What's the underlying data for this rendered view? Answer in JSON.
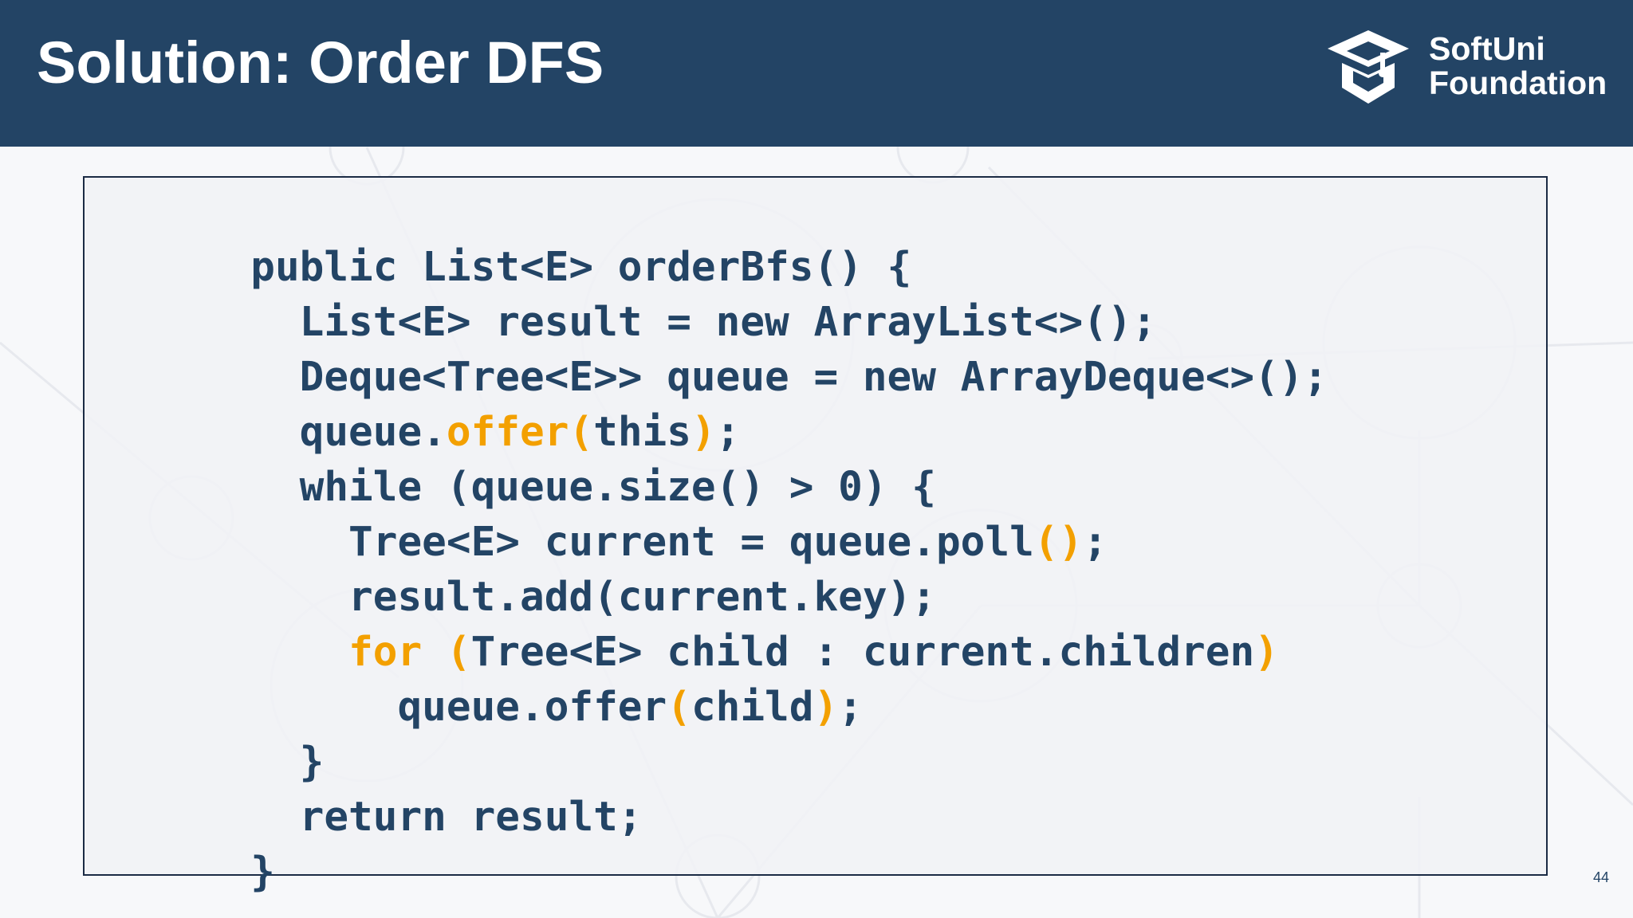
{
  "slide": {
    "title": "Solution: Order DFS",
    "page_number": "44"
  },
  "logo": {
    "name_line_1": "SoftUni",
    "name_line_2": "Foundation",
    "icon": "graduation-cap-icon"
  },
  "colors": {
    "header_background": "#234465",
    "code_text": "#234465",
    "code_highlight": "#f3a000",
    "code_background": "#f1f2f5",
    "border": "#1b2b44"
  },
  "code_lines": [
    [
      {
        "text": "public List<E> orderBfs() {",
        "highlight": false
      }
    ],
    [
      {
        "text": "  List<E> result = new ArrayList<>();",
        "highlight": false
      }
    ],
    [
      {
        "text": "  Deque<Tree<E>> queue = new ArrayDeque<>();",
        "highlight": false
      }
    ],
    [
      {
        "text": "  queue.",
        "highlight": false
      },
      {
        "text": "offer(",
        "highlight": true
      },
      {
        "text": "this",
        "highlight": false
      },
      {
        "text": ")",
        "highlight": true
      },
      {
        "text": ";",
        "highlight": false
      }
    ],
    [
      {
        "text": "  while (queue.size() > 0) {",
        "highlight": false
      }
    ],
    [
      {
        "text": "    Tree<E> current = queue.poll",
        "highlight": false
      },
      {
        "text": "()",
        "highlight": true
      },
      {
        "text": ";",
        "highlight": false
      }
    ],
    [
      {
        "text": "    result.add(current.key);",
        "highlight": false
      }
    ],
    [
      {
        "text": "    ",
        "highlight": false
      },
      {
        "text": "for",
        "highlight": true
      },
      {
        "text": " ",
        "highlight": false
      },
      {
        "text": "(",
        "highlight": true
      },
      {
        "text": "Tree<E> child : current.children",
        "highlight": false
      },
      {
        "text": ")",
        "highlight": true
      }
    ],
    [
      {
        "text": "      queue.offer",
        "highlight": false
      },
      {
        "text": "(",
        "highlight": true
      },
      {
        "text": "child",
        "highlight": false
      },
      {
        "text": ")",
        "highlight": true
      },
      {
        "text": ";",
        "highlight": false
      }
    ],
    [
      {
        "text": "  }",
        "highlight": false
      }
    ],
    [
      {
        "text": "  return result;",
        "highlight": false
      }
    ],
    [
      {
        "text": "}",
        "highlight": false
      }
    ]
  ]
}
